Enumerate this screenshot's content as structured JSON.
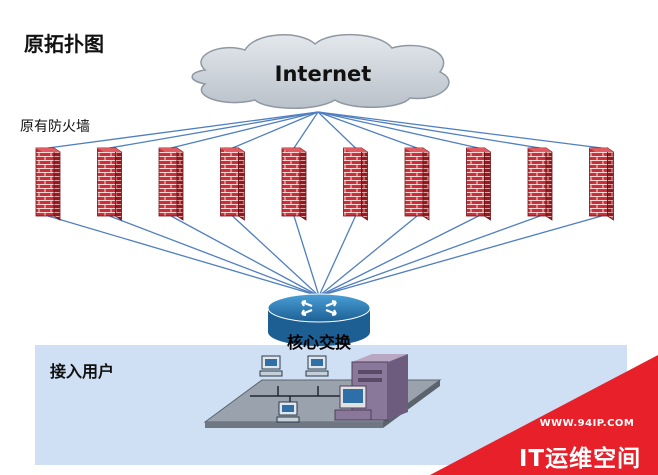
{
  "title": "原拓扑图",
  "cloud_label": "Internet",
  "firewall_group_label": "原有防火墙",
  "firewall_count": 10,
  "core_switch_label": "核心交换",
  "access_zone_label": "接入用户",
  "watermark": {
    "url": "WWW.94IP.COM",
    "brand": "IT运维空间"
  },
  "colors": {
    "link": "#4f7fc0",
    "cloud": "#c9d0d8",
    "brick": "#c8303a",
    "zone": "#cfe0f5",
    "router": "#2f7fb0",
    "watermark": "#e8202a"
  }
}
